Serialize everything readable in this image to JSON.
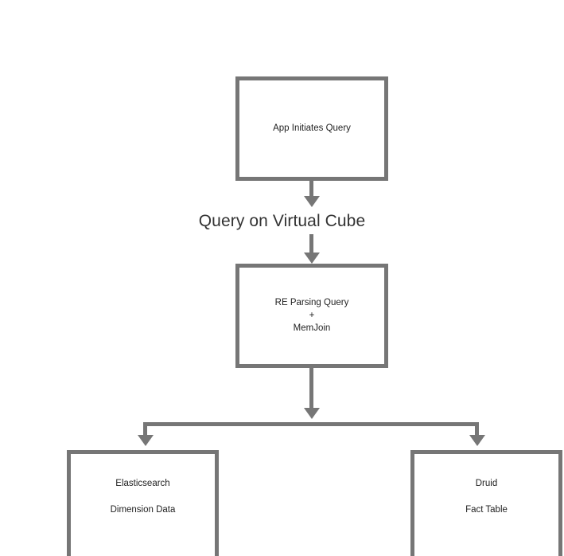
{
  "diagram": {
    "title": "Query on Virtual Cube",
    "style": {
      "stroke_color": "#767676",
      "node_fill": "#ffffff",
      "node_text_color": "#1f1f1f",
      "label_text_color": "#333333",
      "background": "#ffffff"
    },
    "nodes": [
      {
        "id": "app",
        "lines": [
          "App Initiates Query"
        ]
      },
      {
        "id": "parse",
        "lines": [
          "RE Parsing Query",
          "+",
          "MemJoin"
        ]
      },
      {
        "id": "elasticsearch",
        "lines": [
          "Elasticsearch",
          "Dimension Data"
        ]
      },
      {
        "id": "druid",
        "lines": [
          "Druid",
          "Fact Table"
        ]
      }
    ],
    "edge_labels": [
      "Query on Virtual Cube"
    ]
  }
}
